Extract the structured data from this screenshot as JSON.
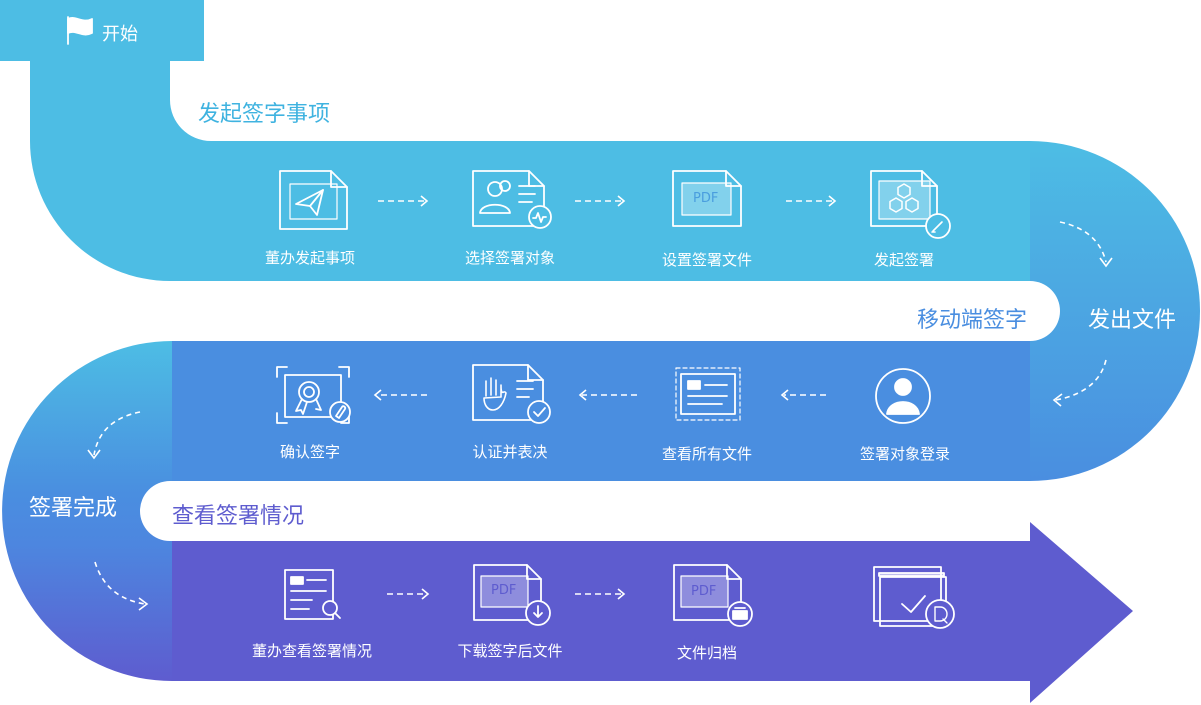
{
  "start": {
    "label": "开始",
    "icon": "flag-icon"
  },
  "sections": {
    "initiate": "发起签字事项",
    "mobile_sign": "移动端签字",
    "view_status": "查看签署情况"
  },
  "turns": {
    "send_file": "发出文件",
    "sign_complete": "签署完成"
  },
  "row1": [
    {
      "label": "董办发起事项",
      "icon": "send-document-icon"
    },
    {
      "label": "选择签署对象",
      "icon": "select-signers-icon"
    },
    {
      "label": "设置签署文件",
      "icon": "pdf-document-icon",
      "pdf": "PDF"
    },
    {
      "label": "发起签署",
      "icon": "initiate-sign-icon"
    }
  ],
  "row2": [
    {
      "label": "签署对象登录",
      "icon": "user-login-icon"
    },
    {
      "label": "查看所有文件",
      "icon": "view-files-icon"
    },
    {
      "label": "认证并表决",
      "icon": "hand-verify-icon"
    },
    {
      "label": "确认签字",
      "icon": "certificate-icon"
    }
  ],
  "row3": [
    {
      "label": "董办查看签署情况",
      "icon": "document-search-icon"
    },
    {
      "label": "下载签字后文件",
      "icon": "pdf-download-icon",
      "pdf": "PDF"
    },
    {
      "label": "文件归档",
      "icon": "pdf-archive-icon",
      "pdf": "PDF"
    },
    {
      "label": "",
      "icon": "archive-check-icon"
    }
  ],
  "colors": {
    "band1": "#4dbde4",
    "band2": "#4a8ee0",
    "band3": "#5e5ccf",
    "section1_text": "#3fb3e0",
    "section2_text": "#4a8ee0",
    "section3_text": "#5e5ccf"
  }
}
